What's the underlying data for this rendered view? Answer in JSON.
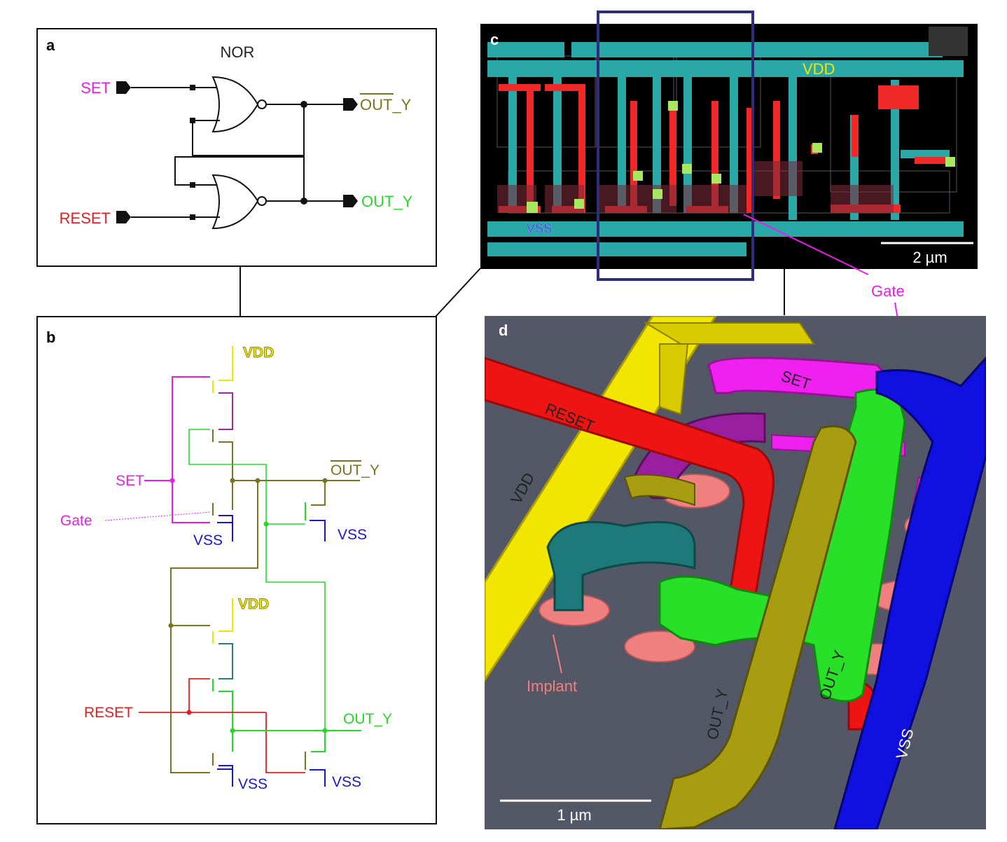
{
  "panel_a": {
    "label": "a",
    "title": "NOR",
    "inputs": {
      "set": "SET",
      "reset": "RESET"
    },
    "outputs": {
      "out_y_bar": "OUT_Y",
      "out_y": "OUT_Y"
    }
  },
  "panel_b": {
    "label": "b",
    "vdd_top": "VDD",
    "vdd_bottom": "VDD",
    "set": "SET",
    "gate": "Gate",
    "out_y_bar": "OUT_Y",
    "vss_1": "VSS",
    "vss_2": "VSS",
    "reset": "RESET",
    "out_y": "OUT_Y",
    "vss_3": "VSS",
    "vss_4": "VSS"
  },
  "panel_c": {
    "label": "c",
    "vdd": "VDD",
    "vss": "VSS",
    "scale": "2 µm",
    "gate_callout": "Gate"
  },
  "panel_d": {
    "label": "d",
    "wires": {
      "vdd": "VDD",
      "reset": "RESET",
      "set": "SET",
      "out_y": "OUT_Y",
      "out_y_bar": "OUT_Y",
      "vss": "VSS"
    },
    "implant": "Implant",
    "scale": "1 µm"
  },
  "colors": {
    "set": "#e81ee8",
    "reset": "#e02020",
    "out_y": "#28d828",
    "out_y_bar": "#7a7420",
    "vdd": "#f2e600",
    "vss": "#1818c8",
    "implant": "#f08080",
    "box": "#2e2e7a"
  }
}
